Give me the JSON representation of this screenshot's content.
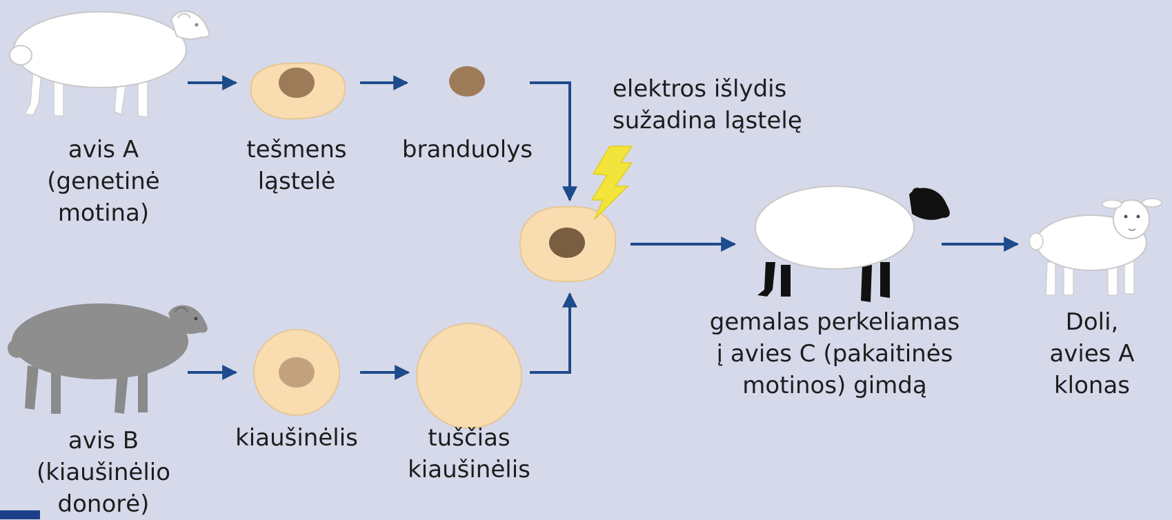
{
  "colors": {
    "background": "#d6d9ea",
    "arrow": "#1d4b8c",
    "cell_fill": "#f9ddb0",
    "nucleus": "#9e7b58",
    "lightning": "#f2e43a",
    "sheep_white": "#ffffff",
    "sheep_gray": "#8a8a8a",
    "sheep_black": "#111111"
  },
  "icons": [
    "sheep-a-white-icon",
    "sheep-b-gray-icon",
    "sheep-c-blackface-icon",
    "lamb-dolly-icon",
    "lightning-icon"
  ],
  "labels": {
    "sheep_a": [
      "avis A",
      "(genetinė",
      "motina)"
    ],
    "udder_cell": [
      "tešmens",
      "ląstelė"
    ],
    "nucleus": [
      "branduolys"
    ],
    "electric": [
      "elektros išlydis",
      "sužadina ląstelę"
    ],
    "sheep_b": [
      "avis B",
      "(kiaušinėlio",
      "donorė)"
    ],
    "egg": [
      "kiaušinėlis"
    ],
    "empty_egg": [
      "tuščias",
      "kiaušinėlis"
    ],
    "embryo": [
      "gemalas perkeliamas",
      "į avies C (pakaitinės",
      "motinos) gimdą"
    ],
    "dolly": [
      "Doli,",
      "avies A",
      "klonas"
    ]
  }
}
